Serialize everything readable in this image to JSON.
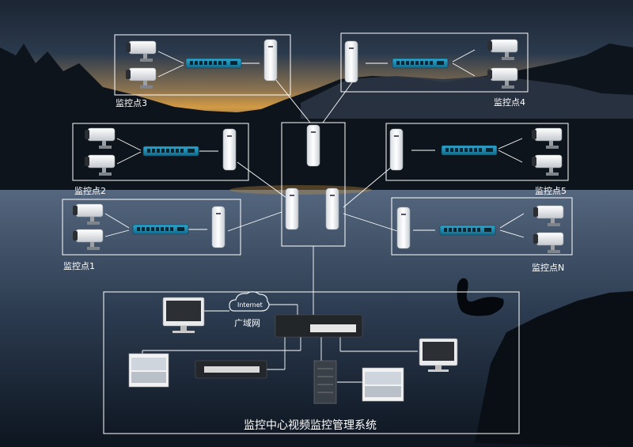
{
  "sites": {
    "site3": "监控点3",
    "site4": "监控点4",
    "site2": "监控点2",
    "site5": "监控点5",
    "site1": "监控点1",
    "siteN": "监控点N"
  },
  "center": {
    "cloud_label": "Internet",
    "wan_label": "广域网",
    "caption": "监控中心视频监控管理系统"
  },
  "colors": {
    "box_border": "#ffffff",
    "switch_body": "#1f8fb5",
    "sky_glow": "#c8923e"
  },
  "icons": [
    "camera-icon",
    "poe-switch-icon",
    "wireless-bridge-icon",
    "cloud-icon",
    "monitor-icon",
    "core-switch-icon",
    "nvr-server-icon",
    "video-wall-icon"
  ]
}
